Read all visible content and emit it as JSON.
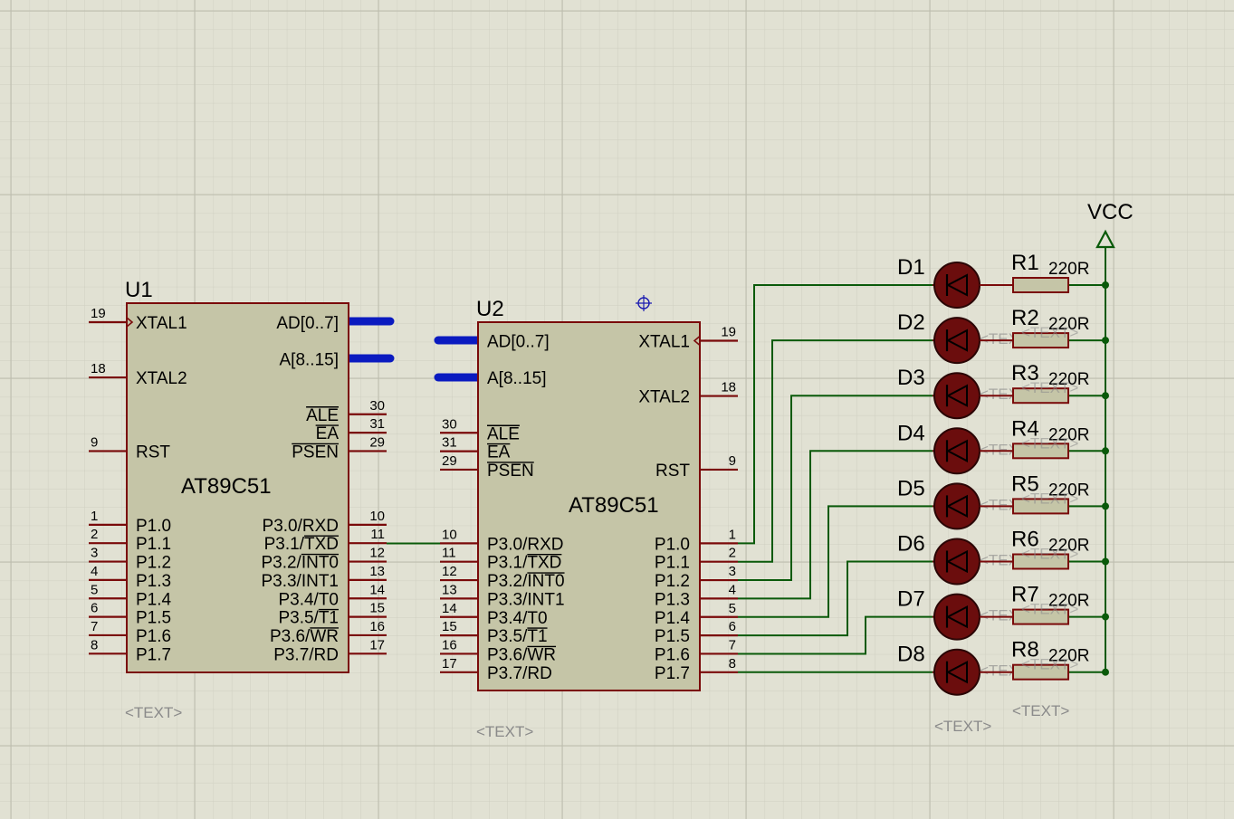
{
  "colors": {
    "background": "#e1e1d3",
    "grid_minor": "#cfcfc1",
    "grid_major": "#bdbdae",
    "chip_fill": "#c5c5a7",
    "component_outline": "#7a0a0a",
    "pin_color": "#7a0a0a",
    "wire_color": "#0a5a0a",
    "bus_color": "#0a1ac0",
    "led_fill": "#6b0d0d",
    "led_outline": "#2a0505",
    "resistor_fill": "#c5c5a7",
    "power_color": "#0a5a0a",
    "marker_color": "#1a1ab0"
  },
  "u1": {
    "ref": "U1",
    "part": "AT89C51",
    "placeholder": "<TEXT>",
    "left_pins": [
      {
        "num": "19",
        "name": "XTAL1"
      },
      {
        "num": "18",
        "name": "XTAL2"
      },
      {
        "num": "9",
        "name": "RST"
      },
      {
        "num": "1",
        "name": "P1.0"
      },
      {
        "num": "2",
        "name": "P1.1"
      },
      {
        "num": "3",
        "name": "P1.2"
      },
      {
        "num": "4",
        "name": "P1.3"
      },
      {
        "num": "5",
        "name": "P1.4"
      },
      {
        "num": "6",
        "name": "P1.5"
      },
      {
        "num": "7",
        "name": "P1.6"
      },
      {
        "num": "8",
        "name": "P1.7"
      }
    ],
    "right_pins": [
      {
        "num": "",
        "name": "AD[0..7]"
      },
      {
        "num": "",
        "name": "A[8..15]"
      },
      {
        "num": "30",
        "name": "ALE"
      },
      {
        "num": "31",
        "name": "EA"
      },
      {
        "num": "29",
        "name": "PSEN"
      },
      {
        "num": "10",
        "name": "P3.0/RXD"
      },
      {
        "num": "11",
        "name": "P3.1/TXD"
      },
      {
        "num": "12",
        "name": "P3.2/INT0"
      },
      {
        "num": "13",
        "name": "P3.3/INT1"
      },
      {
        "num": "14",
        "name": "P3.4/T0"
      },
      {
        "num": "15",
        "name": "P3.5/T1"
      },
      {
        "num": "16",
        "name": "P3.6/WR"
      },
      {
        "num": "17",
        "name": "P3.7/RD"
      }
    ]
  },
  "u2": {
    "ref": "U2",
    "part": "AT89C51",
    "placeholder": "<TEXT>",
    "left_pins": [
      {
        "num": "",
        "name": "AD[0..7]"
      },
      {
        "num": "",
        "name": "A[8..15]"
      },
      {
        "num": "30",
        "name": "ALE"
      },
      {
        "num": "31",
        "name": "EA"
      },
      {
        "num": "29",
        "name": "PSEN"
      },
      {
        "num": "10",
        "name": "P3.0/RXD"
      },
      {
        "num": "11",
        "name": "P3.1/TXD"
      },
      {
        "num": "12",
        "name": "P3.2/INT0"
      },
      {
        "num": "13",
        "name": "P3.3/INT1"
      },
      {
        "num": "14",
        "name": "P3.4/T0"
      },
      {
        "num": "15",
        "name": "P3.5/T1"
      },
      {
        "num": "16",
        "name": "P3.6/WR"
      },
      {
        "num": "17",
        "name": "P3.7/RD"
      }
    ],
    "right_pins": [
      {
        "num": "19",
        "name": "XTAL1"
      },
      {
        "num": "18",
        "name": "XTAL2"
      },
      {
        "num": "9",
        "name": "RST"
      },
      {
        "num": "1",
        "name": "P1.0"
      },
      {
        "num": "2",
        "name": "P1.1"
      },
      {
        "num": "3",
        "name": "P1.2"
      },
      {
        "num": "4",
        "name": "P1.3"
      },
      {
        "num": "5",
        "name": "P1.4"
      },
      {
        "num": "6",
        "name": "P1.5"
      },
      {
        "num": "7",
        "name": "P1.6"
      },
      {
        "num": "8",
        "name": "P1.7"
      }
    ]
  },
  "leds": [
    "D1",
    "D2",
    "D3",
    "D4",
    "D5",
    "D6",
    "D7",
    "D8"
  ],
  "resistors": [
    {
      "ref": "R1",
      "value": "220R"
    },
    {
      "ref": "R2",
      "value": "220R"
    },
    {
      "ref": "R3",
      "value": "220R"
    },
    {
      "ref": "R4",
      "value": "220R"
    },
    {
      "ref": "R5",
      "value": "220R"
    },
    {
      "ref": "R6",
      "value": "220R"
    },
    {
      "ref": "R7",
      "value": "220R"
    },
    {
      "ref": "R8",
      "value": "220R"
    }
  ],
  "led_placeholder": "<TEXT>",
  "resistor_placeholder": "<TEXT>",
  "hidden_text_fragment": "<TEXT>",
  "power": {
    "label": "VCC"
  },
  "overbar_names": [
    "ALE",
    "EA",
    "PSEN",
    "TXD",
    "INT0",
    "T1",
    "WR"
  ]
}
